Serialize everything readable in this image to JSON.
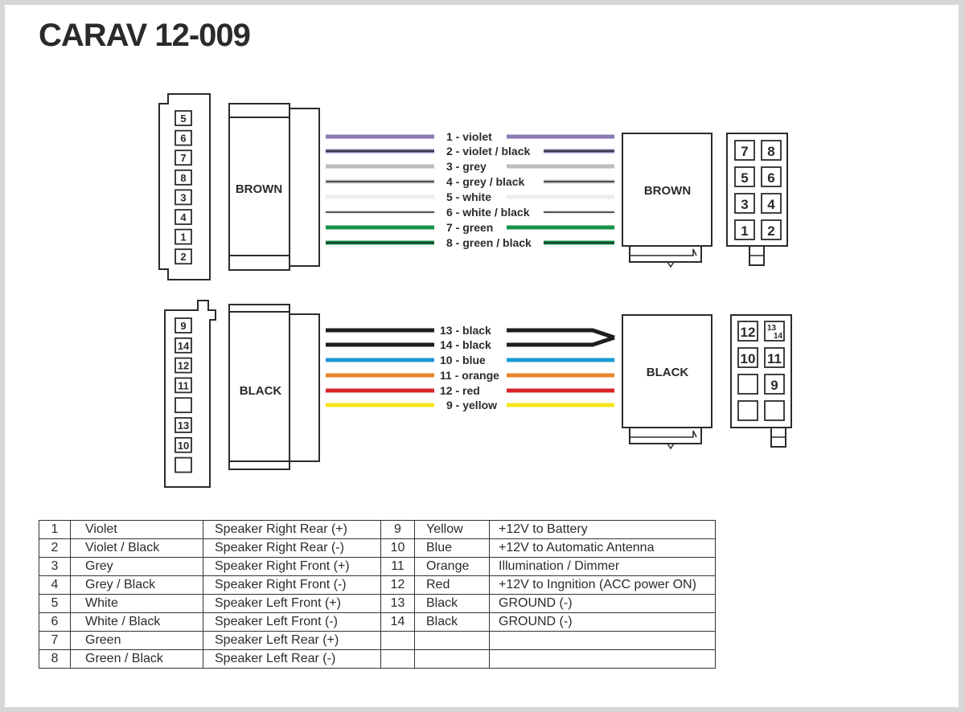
{
  "title": "CARAV 12-009",
  "brown": {
    "label": "BROWN",
    "left_pins": [
      "5",
      "6",
      "7",
      "8",
      "3",
      "4",
      "1",
      "2"
    ],
    "right_grid": [
      "7",
      "8",
      "5",
      "6",
      "3",
      "4",
      "1",
      "2"
    ],
    "wires": [
      {
        "label": "1 - violet",
        "color": "#8a79b4",
        "stripe": ""
      },
      {
        "label": "2 - violet / black",
        "color": "#8a79b4",
        "stripe": "#222222"
      },
      {
        "label": "3 - grey",
        "color": "#bdbdbd",
        "stripe": ""
      },
      {
        "label": "4 - grey / black",
        "color": "#c8c8c8",
        "stripe": "#222222"
      },
      {
        "label": "5 - white",
        "color": "#ececec",
        "stripe": ""
      },
      {
        "label": "6 - white / black",
        "color": "#ececec",
        "stripe": "#222222"
      },
      {
        "label": "7 - green",
        "color": "#16934a",
        "stripe": ""
      },
      {
        "label": "8 - green / black",
        "color": "#16934a",
        "stripe": "#222222"
      }
    ]
  },
  "black": {
    "label": "BLACK",
    "left_pins": [
      "9",
      "14",
      "12",
      "11",
      "",
      "13",
      "10",
      ""
    ],
    "right_grid": [
      "12",
      "13/14",
      "10",
      "11",
      "",
      "9",
      "",
      ""
    ],
    "wires": [
      {
        "label": "13 - black",
        "color": "#1e1e1e"
      },
      {
        "label": "14 - black",
        "color": "#1e1e1e"
      },
      {
        "label": "10 - blue",
        "color": "#1b9ad6"
      },
      {
        "label": "11 - orange",
        "color": "#e8862a"
      },
      {
        "label": "12 - red",
        "color": "#d9242a"
      },
      {
        "label": "9 - yellow",
        "color": "#f5e41a"
      }
    ]
  },
  "table": {
    "left": [
      {
        "pin": "1",
        "color": "Violet",
        "function": "Speaker Right Rear (+)"
      },
      {
        "pin": "2",
        "color": "Violet / Black",
        "function": "Speaker Right Rear (-)"
      },
      {
        "pin": "3",
        "color": "Grey",
        "function": "Speaker Right Front (+)"
      },
      {
        "pin": "4",
        "color": "Grey / Black",
        "function": "Speaker Right Front (-)"
      },
      {
        "pin": "5",
        "color": "White",
        "function": "Speaker Left Front (+)"
      },
      {
        "pin": "6",
        "color": "White / Black",
        "function": "Speaker Left Front (-)"
      },
      {
        "pin": "7",
        "color": "Green",
        "function": "Speaker Left Rear (+)"
      },
      {
        "pin": "8",
        "color": "Green / Black",
        "function": "Speaker Left Rear (-)"
      }
    ],
    "right": [
      {
        "pin": "9",
        "color": "Yellow",
        "function": "+12V to Battery"
      },
      {
        "pin": "10",
        "color": "Blue",
        "function": "+12V to Automatic Antenna"
      },
      {
        "pin": "11",
        "color": "Orange",
        "function": "Illumination / Dimmer"
      },
      {
        "pin": "12",
        "color": "Red",
        "function": "+12V to Ingnition (ACC power ON)"
      },
      {
        "pin": "13",
        "color": "Black",
        "function": "GROUND (-)"
      },
      {
        "pin": "14",
        "color": "Black",
        "function": "GROUND (-)"
      },
      {
        "pin": "",
        "color": "",
        "function": ""
      },
      {
        "pin": "",
        "color": "",
        "function": ""
      }
    ]
  }
}
